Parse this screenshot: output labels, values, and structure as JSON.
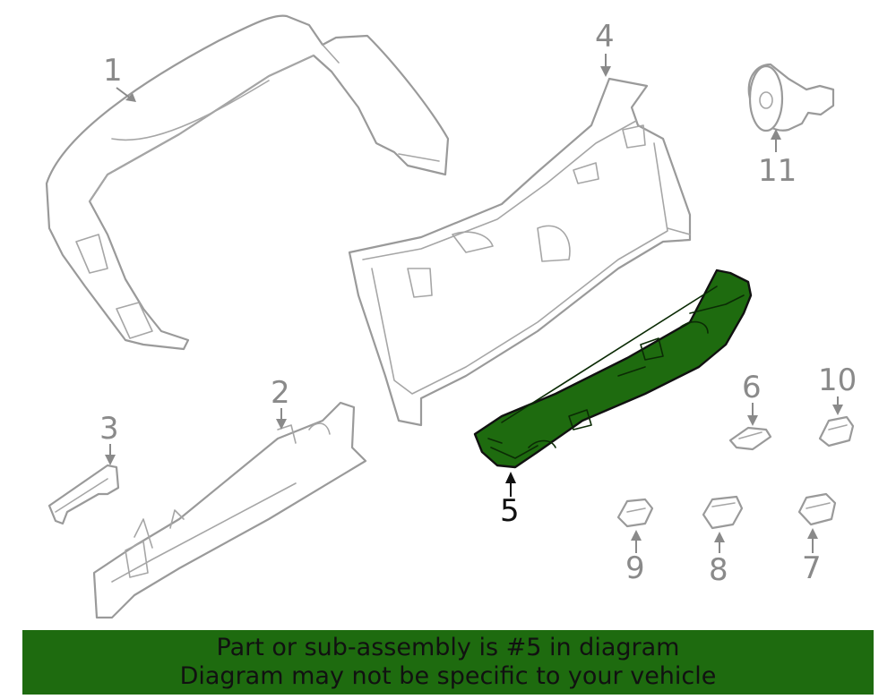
{
  "callouts": {
    "c1": "1",
    "c2": "2",
    "c3": "3",
    "c4": "4",
    "c5": "5",
    "c6": "6",
    "c7": "7",
    "c8": "8",
    "c9": "9",
    "c10": "10",
    "c11": "11"
  },
  "highlighted_part": "5",
  "colors": {
    "highlight": "#1e6b0f",
    "banner": "#1e6b0f",
    "outline": "#9a9a9a"
  },
  "banner": {
    "line1": "Part or sub-assembly is #5 in diagram",
    "line2": "Diagram may not be specific to your vehicle"
  }
}
